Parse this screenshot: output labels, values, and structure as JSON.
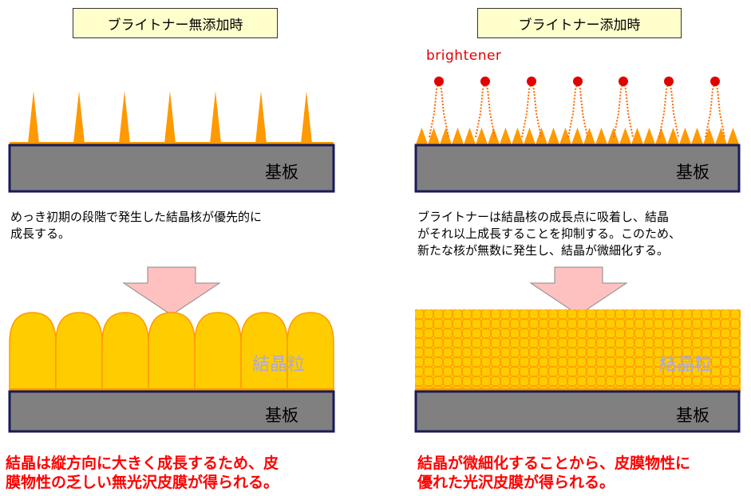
{
  "left": {
    "title": "ブライトナー無添加時",
    "substrate_top": "基板",
    "description": "めっき初期の段階で発生した結晶核が優先的に\n成長する。",
    "grain_label": "結晶粒",
    "substrate_bottom": "基板",
    "conclusion": "結晶は縦方向に大きく成長するため、皮\n膜物性の乏しい無光沢皮膜が得られる。"
  },
  "right": {
    "title": "ブライトナー添加時",
    "brightener_label": "brightener",
    "substrate_top": "基板",
    "description": "ブライトナーは結晶核の成長点に吸着し、結晶\nがそれ以上成長することを抑制する。このため、\n新たな核が無数に発生し、結晶が微細化する。",
    "grain_label": "結晶粒",
    "substrate_bottom": "基板",
    "conclusion": "結晶が微細化することから、皮膜物性に\n優れた光沢皮膜が得られる。"
  },
  "colors": {
    "substrate": "#808080",
    "crystal_orange": "#ff9900",
    "grain_yellow": "#ffcc00",
    "arrow_fill": "#ffc0c0",
    "brightener_red": "#e00000",
    "title_bg": "#ffffcc",
    "conclusion_red": "#ff0000"
  }
}
